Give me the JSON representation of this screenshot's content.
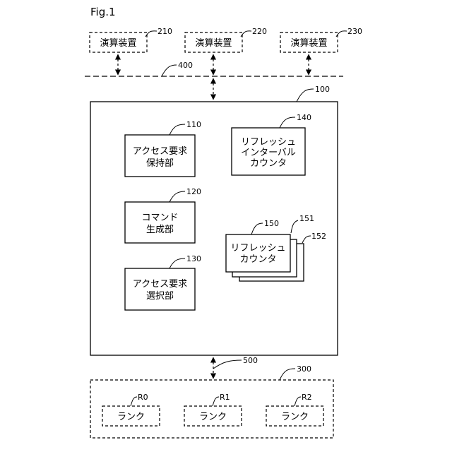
{
  "figure": {
    "title": "Fig.1"
  },
  "processors": [
    {
      "label": "演算装置",
      "ref": "210"
    },
    {
      "label": "演算装置",
      "ref": "220"
    },
    {
      "label": "演算装置",
      "ref": "230"
    }
  ],
  "bus": {
    "ref": "400"
  },
  "controller": {
    "ref": "100",
    "access_hold": {
      "lines": [
        "アクセス要求",
        "保持部"
      ],
      "ref": "110"
    },
    "command_gen": {
      "lines": [
        "コマンド",
        "生成部"
      ],
      "ref": "120"
    },
    "access_select": {
      "lines": [
        "アクセス要求",
        "選択部"
      ],
      "ref": "130"
    },
    "refresh_interval": {
      "lines": [
        "リフレッシュ",
        "インターバル",
        "カウンタ"
      ],
      "ref": "140"
    },
    "refresh_counter": {
      "lines": [
        "リフレッシュ",
        "カウンタ"
      ],
      "ref": "150",
      "ref2": "151",
      "ref3": "152"
    }
  },
  "memory_link": {
    "ref": "500"
  },
  "memory": {
    "ref": "300",
    "ranks": [
      {
        "label": "ランク",
        "ref": "R0"
      },
      {
        "label": "ランク",
        "ref": "R1"
      },
      {
        "label": "ランク",
        "ref": "R2"
      }
    ]
  }
}
